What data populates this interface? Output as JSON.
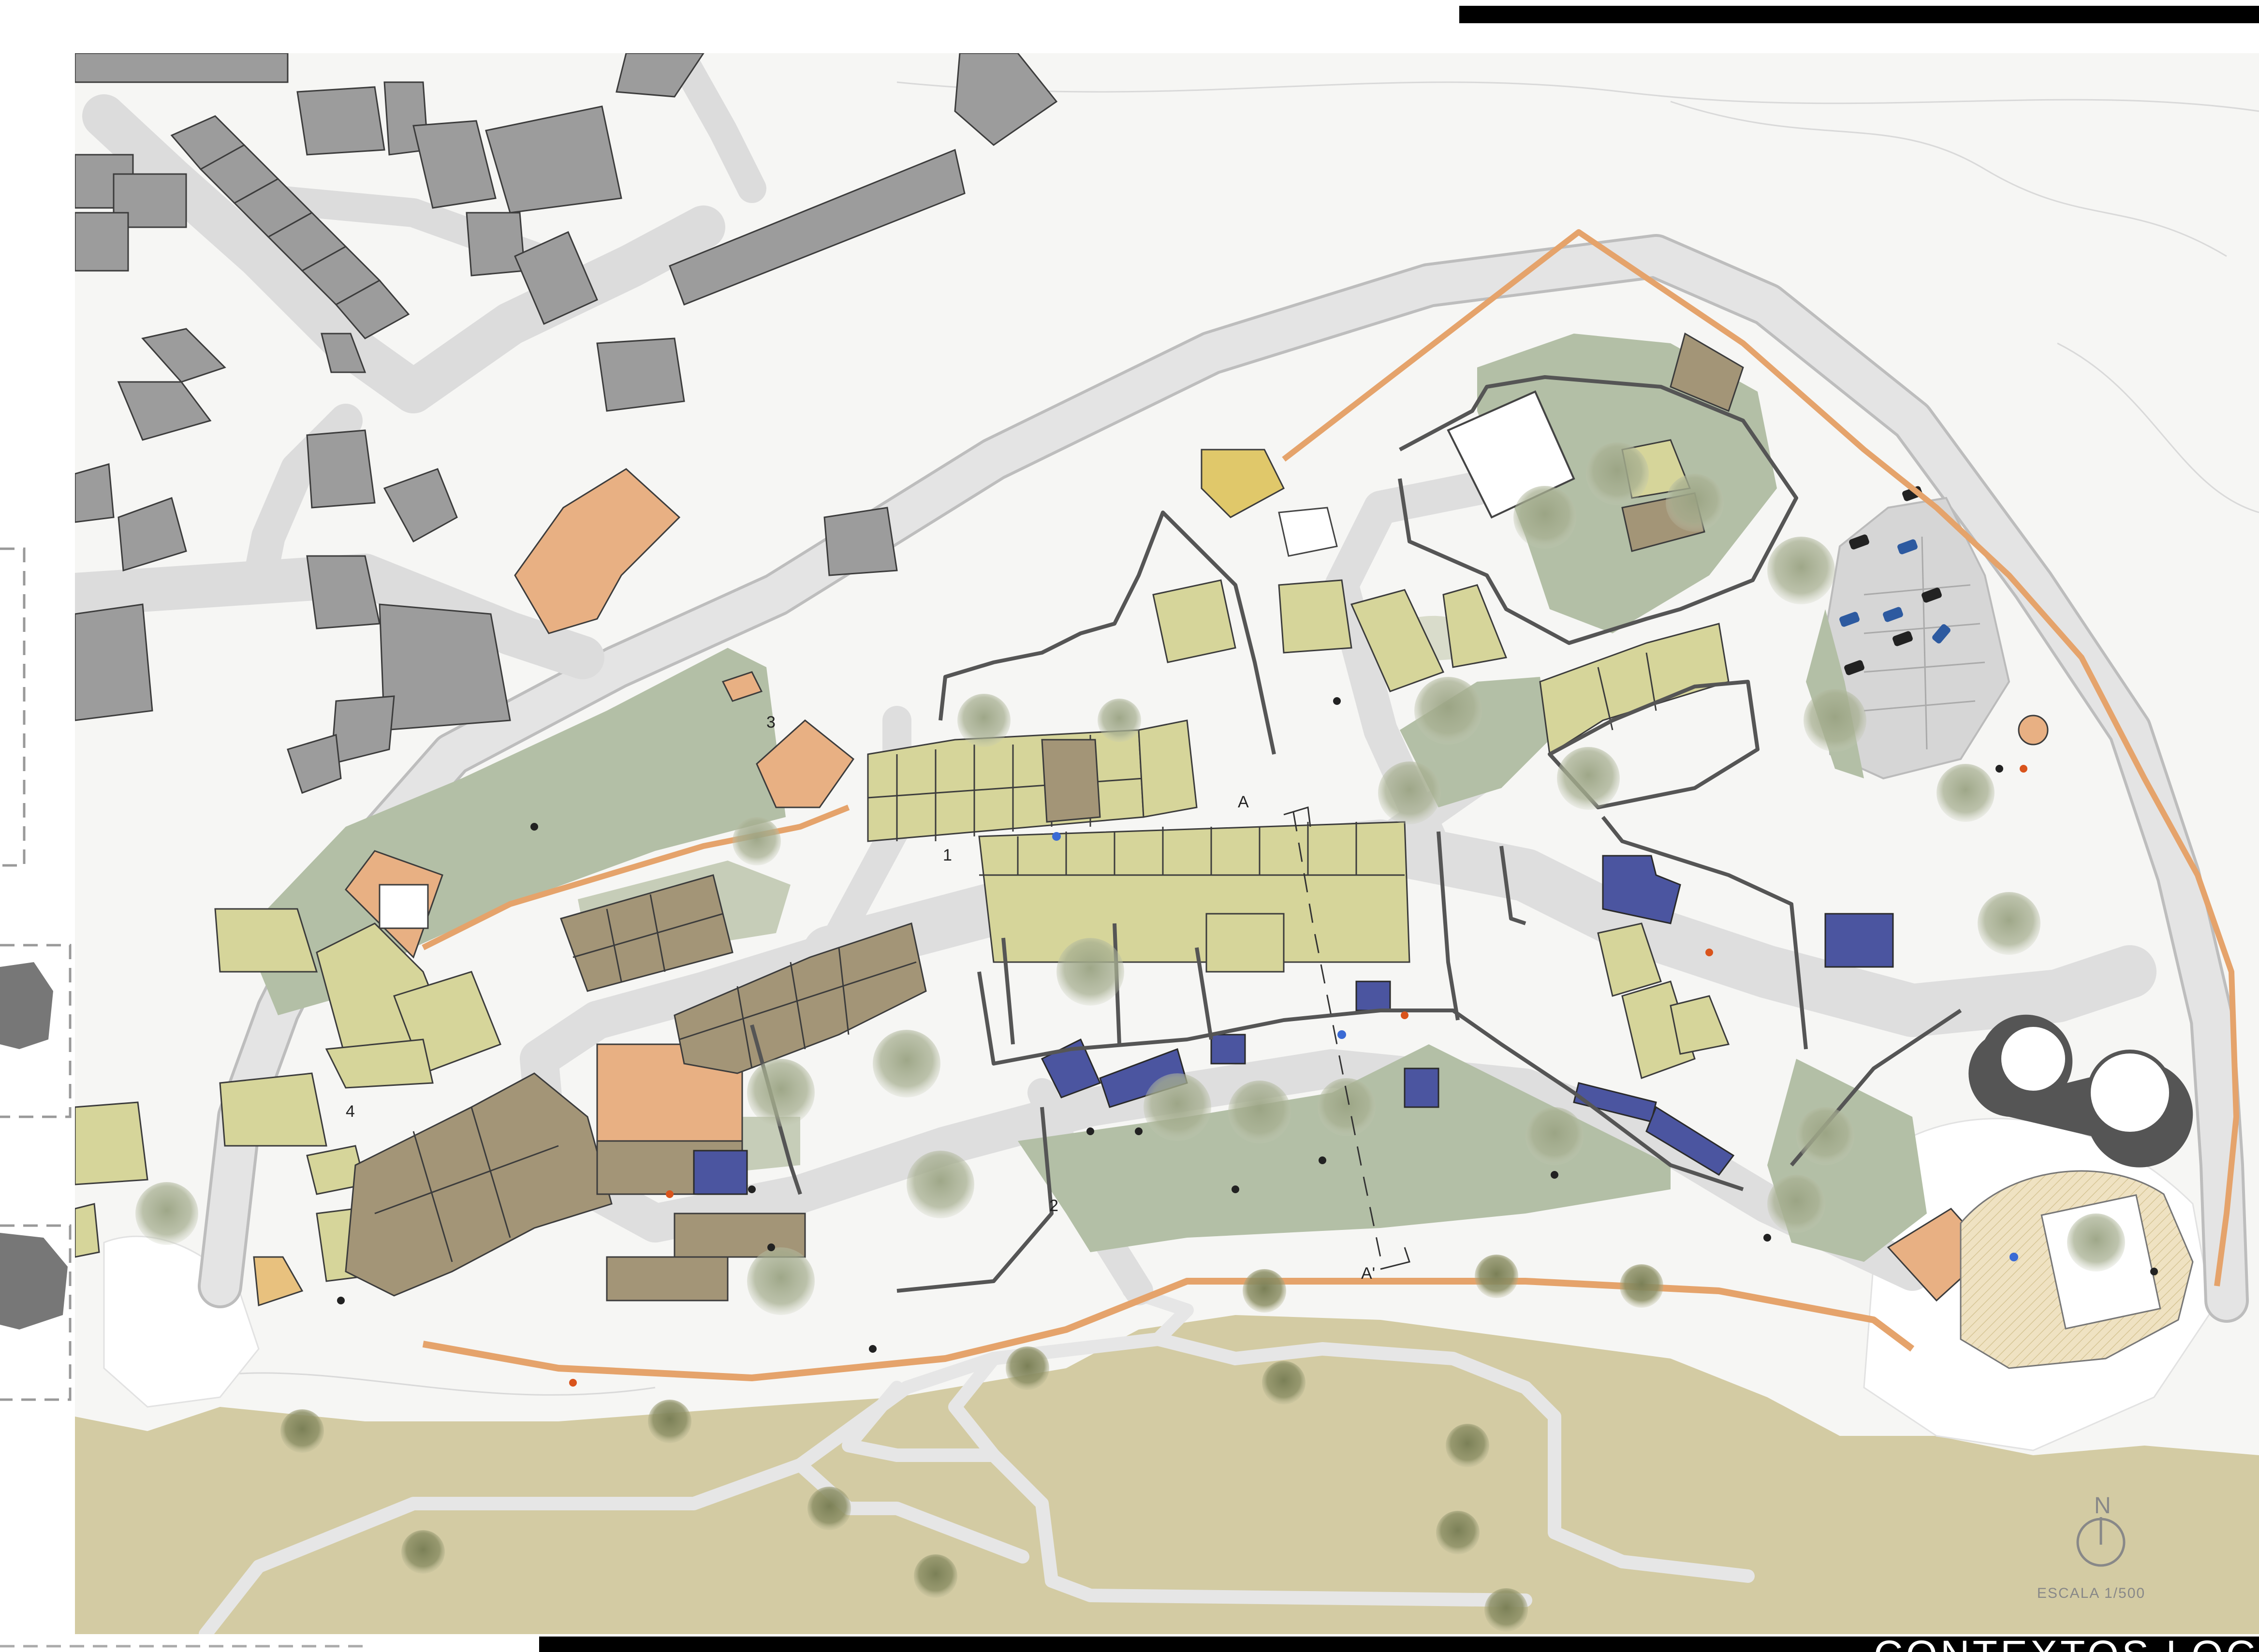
{
  "sheet": {
    "banner_title": "CONTEXTOS LOCAIS"
  },
  "map": {
    "labels": {
      "zone_1": "1",
      "zone_2": "2",
      "zone_3": "3",
      "zone_4": "4",
      "section_start": "A",
      "section_end": "A'"
    },
    "north_label": "N",
    "scale_label": "ESCALA 1/500"
  },
  "colors": {
    "background": "#f6f6f4",
    "road": "#dcdcdc",
    "road_edge": "#b8b8b8",
    "existing_building": "#9c9c9c",
    "new_building_light": "#d6d59a",
    "new_building_dark": "#a39577",
    "highlight_orange": "#e8b083",
    "blue_building": "#4b55a0",
    "green_area": "#b3bfa6",
    "field": "#d3cba3",
    "tree": "#8e9872",
    "wall": "#555555",
    "path_orange": "#e5a36b"
  }
}
